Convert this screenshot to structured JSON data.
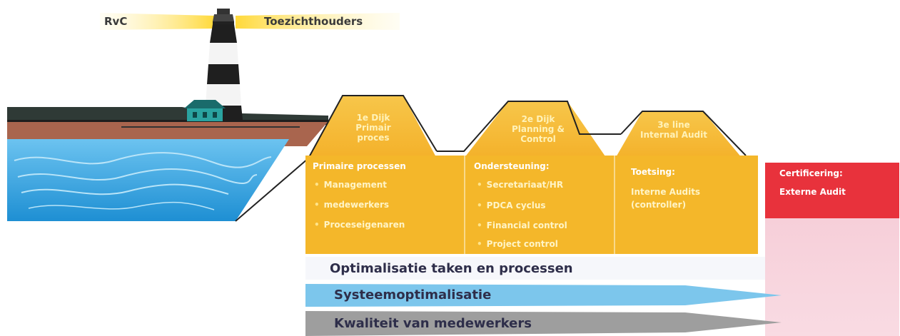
{
  "lighthouse": {
    "left_label": "RvC",
    "right_label": "Toezichthouders"
  },
  "dikes": [
    {
      "title_lines": [
        "1e Dijk",
        "Primair",
        "proces"
      ]
    },
    {
      "title_lines": [
        "2e Dijk",
        "Planning &",
        "Control"
      ]
    },
    {
      "title_lines": [
        "3e line",
        "Internal Audit"
      ]
    }
  ],
  "boxes": [
    {
      "heading": "Primaire processen",
      "items": [
        "Management",
        "medewerkers",
        "Proceseigenaren"
      ]
    },
    {
      "heading": "Ondersteuning:",
      "items": [
        "Secretariaat/HR",
        "PDCA cyclus",
        "Financial control",
        "Project control"
      ]
    },
    {
      "heading": "Toetsing:",
      "lines": [
        "Interne Audits",
        "(controller)"
      ]
    }
  ],
  "external": {
    "line1": "Certificering:",
    "line2": "Externe Audit",
    "color": "#e8323c"
  },
  "bars": [
    {
      "label": "Optimalisatie taken en processen"
    },
    {
      "label": "Systeemoptimalisatie",
      "color": "#7cc6ec"
    },
    {
      "label": "Kwaliteit van medewerkers",
      "color": "#9e9e9e"
    }
  ],
  "colors": {
    "box_fill": "#f4b72a",
    "sea": "#3fa8e0",
    "beam": "#ffe066"
  }
}
